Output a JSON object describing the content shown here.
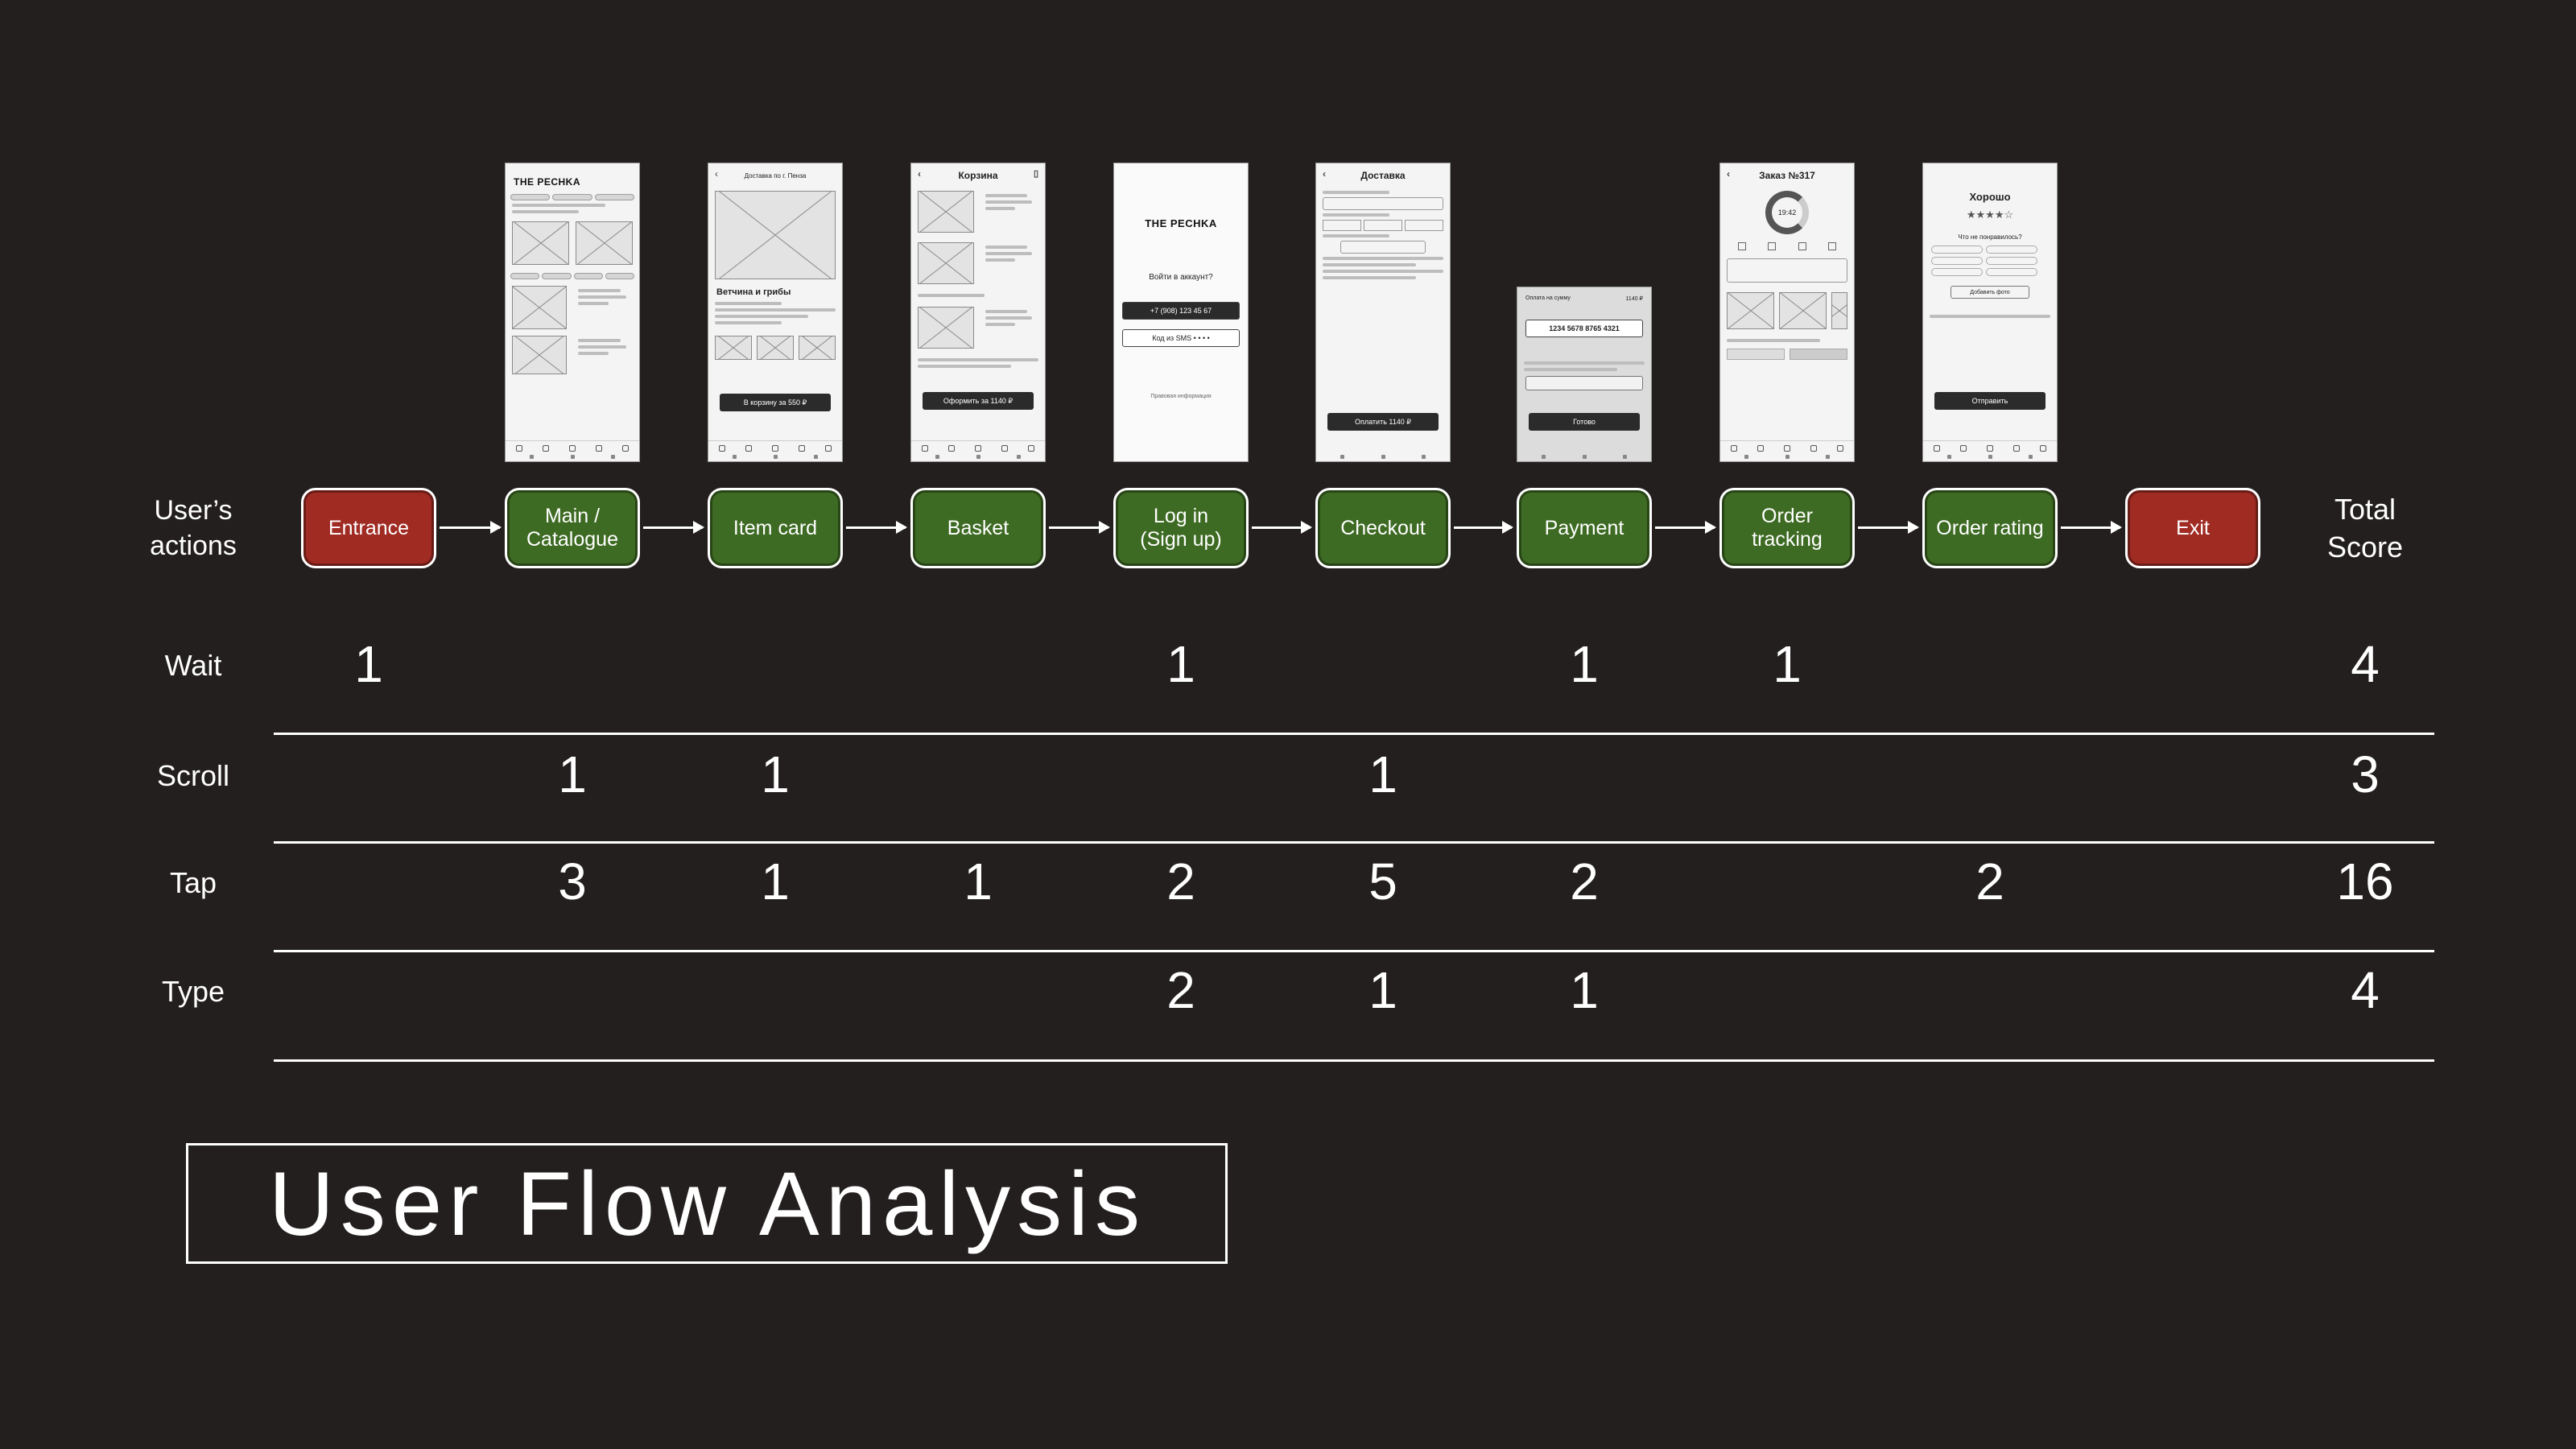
{
  "row_label": "User’s\nactions",
  "total_label": "Total\nScore",
  "steps": [
    {
      "label": "Entrance",
      "color": "#a02b23"
    },
    {
      "label": "Main /\nCatalogue",
      "color": "#3e6b23"
    },
    {
      "label": "Item card",
      "color": "#3e6b23"
    },
    {
      "label": "Basket",
      "color": "#3e6b23"
    },
    {
      "label": "Log in\n(Sign up)",
      "color": "#3e6b23"
    },
    {
      "label": "Checkout",
      "color": "#3e6b23"
    },
    {
      "label": "Payment",
      "color": "#3e6b23"
    },
    {
      "label": "Order\ntracking",
      "color": "#3e6b23"
    },
    {
      "label": "Order rating",
      "color": "#3e6b23"
    },
    {
      "label": "Exit",
      "color": "#a02b23"
    }
  ],
  "screens": {
    "catalogue": {
      "logo": "THE PECHKA"
    },
    "item": {
      "header": "Доставка по г. Пенза",
      "name": "Ветчина и грибы",
      "cta": "В корзину за 550 ₽"
    },
    "basket": {
      "title": "Корзина",
      "cta": "Оформить за 1140 ₽"
    },
    "login": {
      "logo": "THE PECHKA",
      "prompt": "Войти в аккаунт?",
      "phone": "+7 (908) 123  45  67",
      "sms": "Код из SMS  • • • •",
      "legal": "Правовая информация"
    },
    "checkout": {
      "title": "Доставка",
      "cta": "Оплатить 1140 ₽"
    },
    "payment": {
      "header": "Оплата на сумму",
      "amount": "1140 ₽",
      "card": "1234 5678 8765 4321",
      "cta": "Готово"
    },
    "tracking": {
      "title": "Заказ №317",
      "time": "19:42"
    },
    "rating": {
      "title": "Хорошо",
      "question": "Что не понравилось?",
      "photo": "Добавить фото",
      "cta": "Отправить"
    }
  },
  "metrics": [
    {
      "name": "Wait",
      "values": [
        "1",
        "",
        "",
        "",
        "1",
        "",
        "1",
        "1",
        "",
        ""
      ],
      "total": "4"
    },
    {
      "name": "Scroll",
      "values": [
        "",
        "1",
        "1",
        "",
        "",
        "1",
        "",
        "",
        "",
        ""
      ],
      "total": "3"
    },
    {
      "name": "Tap",
      "values": [
        "",
        "3",
        "1",
        "1",
        "2",
        "5",
        "2",
        "",
        "2",
        ""
      ],
      "total": "16"
    },
    {
      "name": "Type",
      "values": [
        "",
        "",
        "",
        "",
        "2",
        "1",
        "1",
        "",
        "",
        ""
      ],
      "total": "4"
    }
  ],
  "title": "User Flow Analysis"
}
